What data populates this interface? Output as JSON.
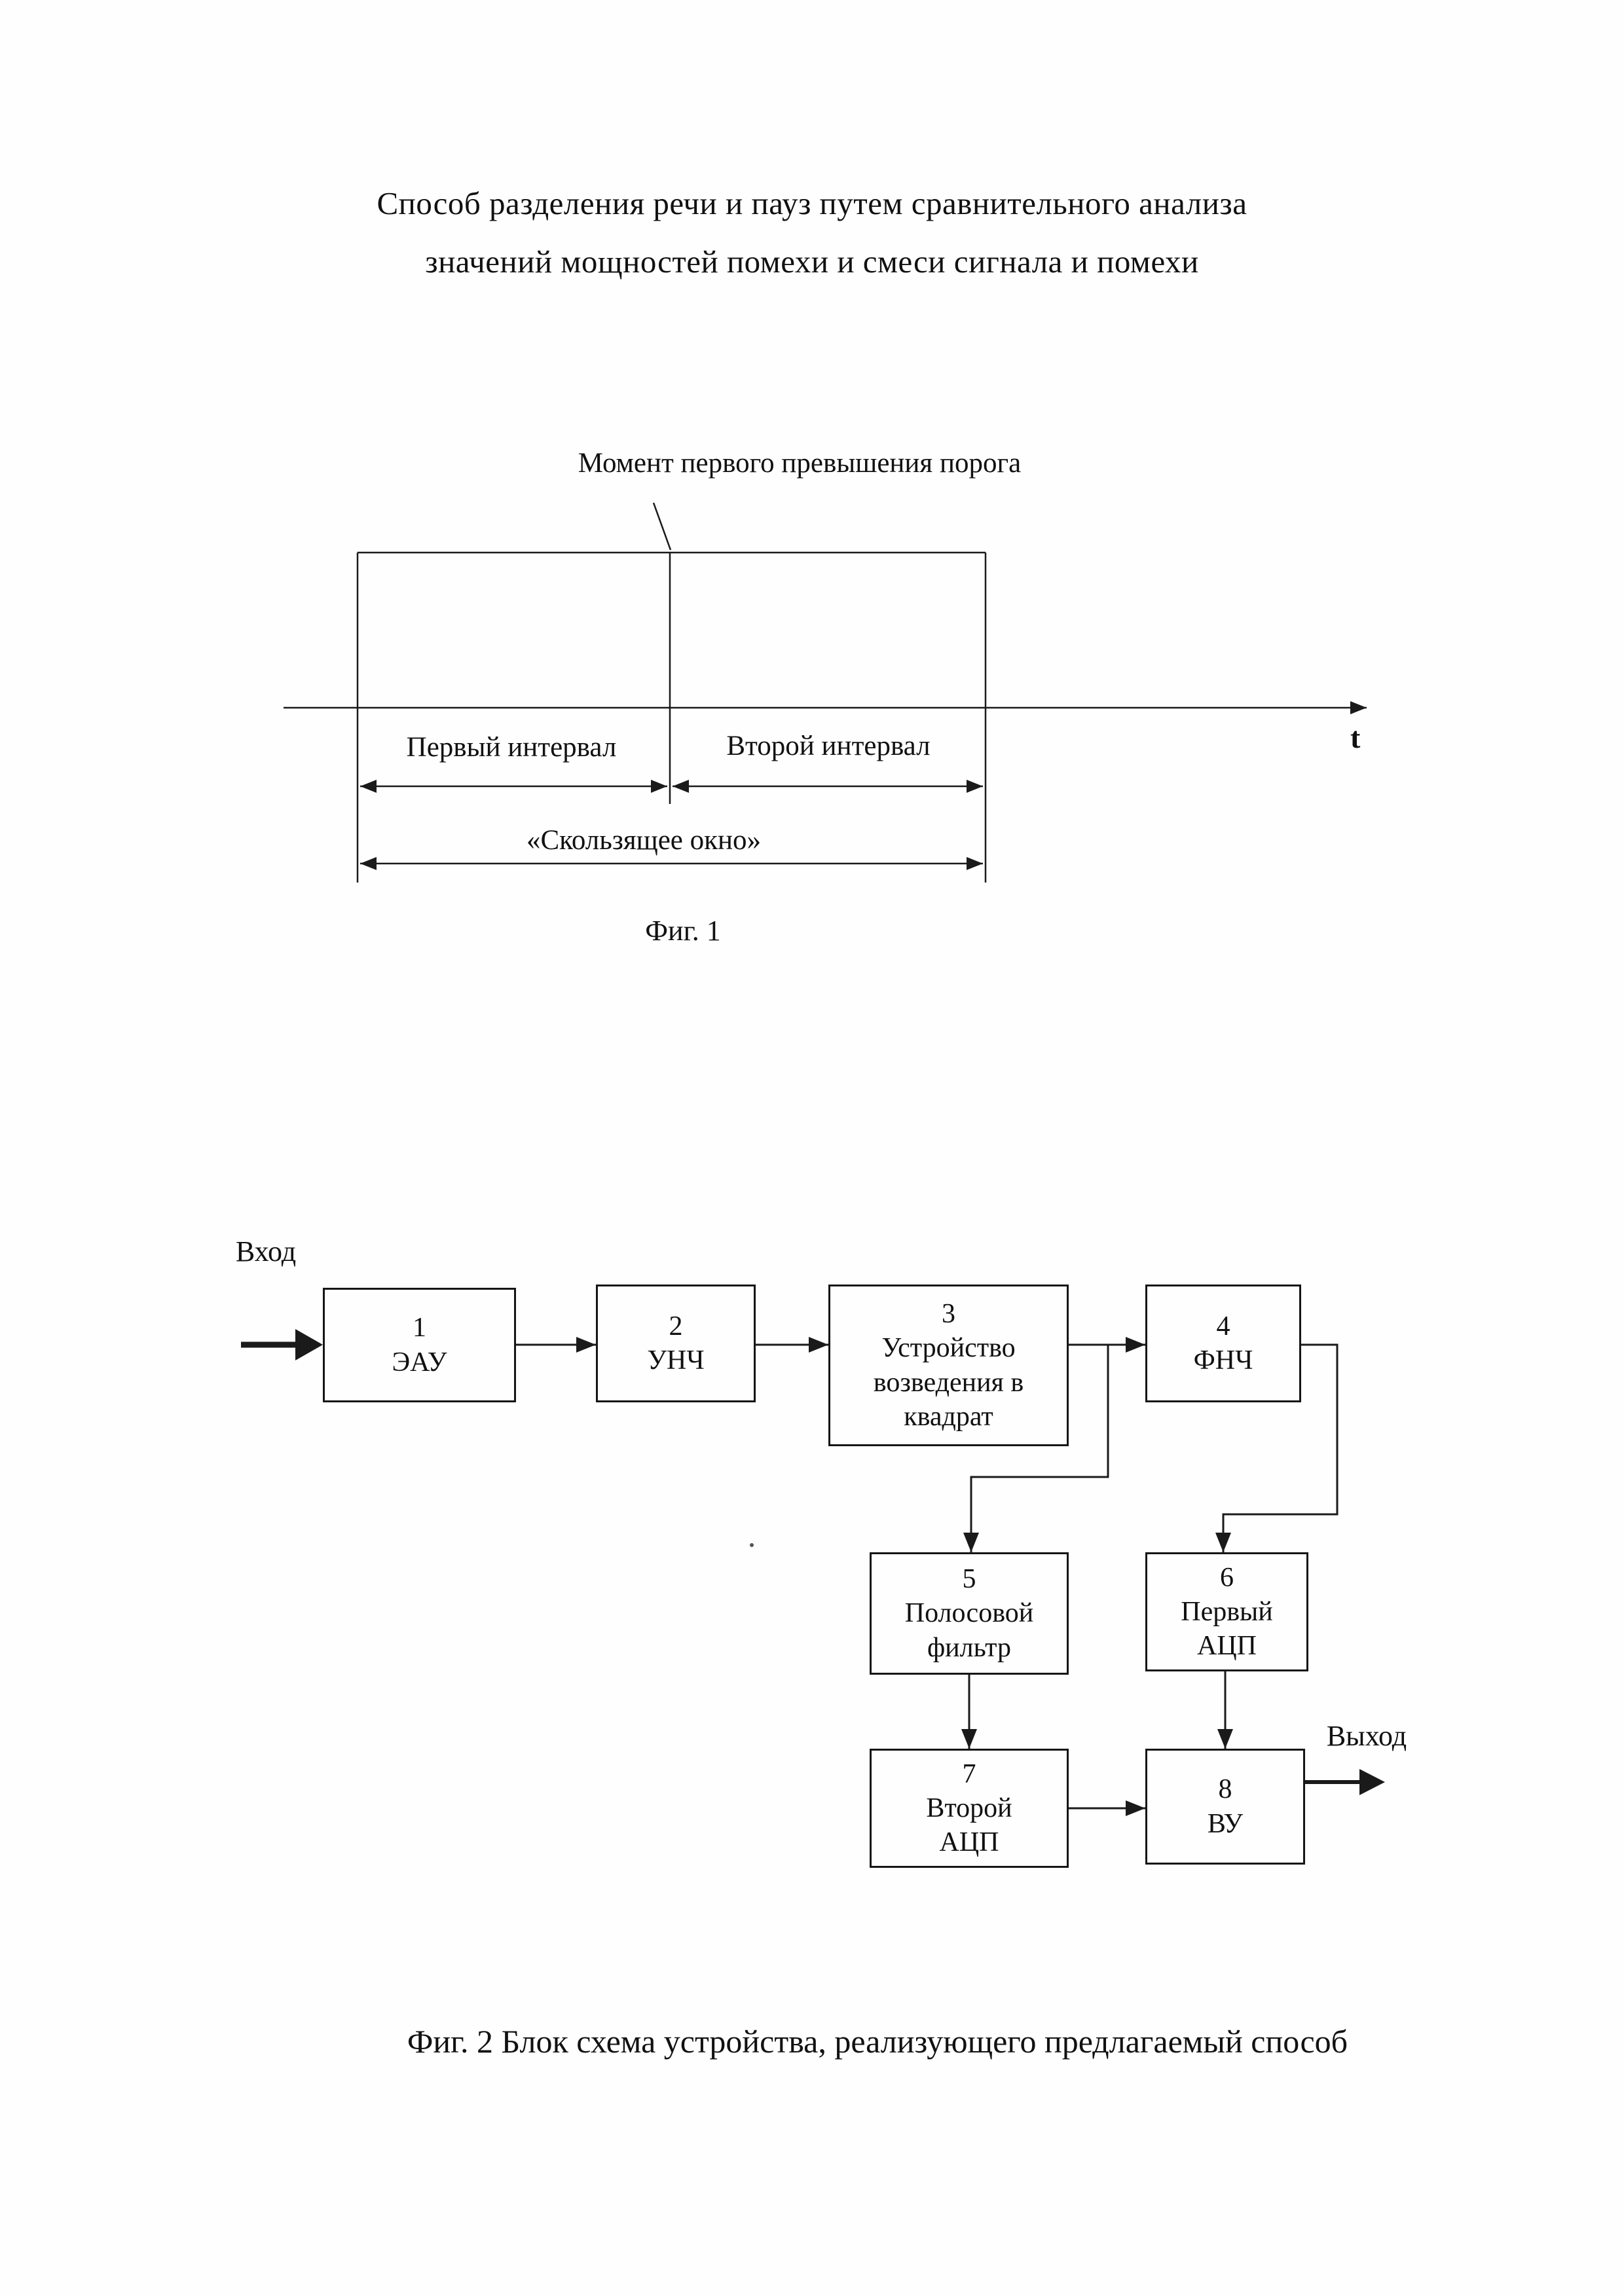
{
  "page": {
    "title_line1": "Способ разделения речи и пауз путем сравнительного анализа",
    "title_line2": "значений мощностей помехи и смеси сигнала и помехи"
  },
  "fig1": {
    "annotation": "Момент первого превышения порога",
    "axis_label": "t",
    "first_interval_label": "Первый интервал",
    "second_interval_label": "Второй интервал",
    "sliding_window_label": "«Скользящее окно»",
    "caption": "Фиг. 1"
  },
  "fig2": {
    "input_label": "Вход",
    "output_label": "Выход",
    "blocks": [
      {
        "number": "1",
        "label": "ЭАУ"
      },
      {
        "number": "2",
        "label": "УНЧ"
      },
      {
        "number": "3",
        "label": "Устройство возведения в квадрат"
      },
      {
        "number": "4",
        "label": "ФНЧ"
      },
      {
        "number": "5",
        "label": "Полосовой фильтр"
      },
      {
        "number": "6",
        "label": "Первый АЦП"
      },
      {
        "number": "7",
        "label": "Второй АЦП"
      },
      {
        "number": "8",
        "label": "ВУ"
      }
    ],
    "caption": "Фиг. 2  Блок схема устройства, реализующего предлагаемый способ"
  }
}
